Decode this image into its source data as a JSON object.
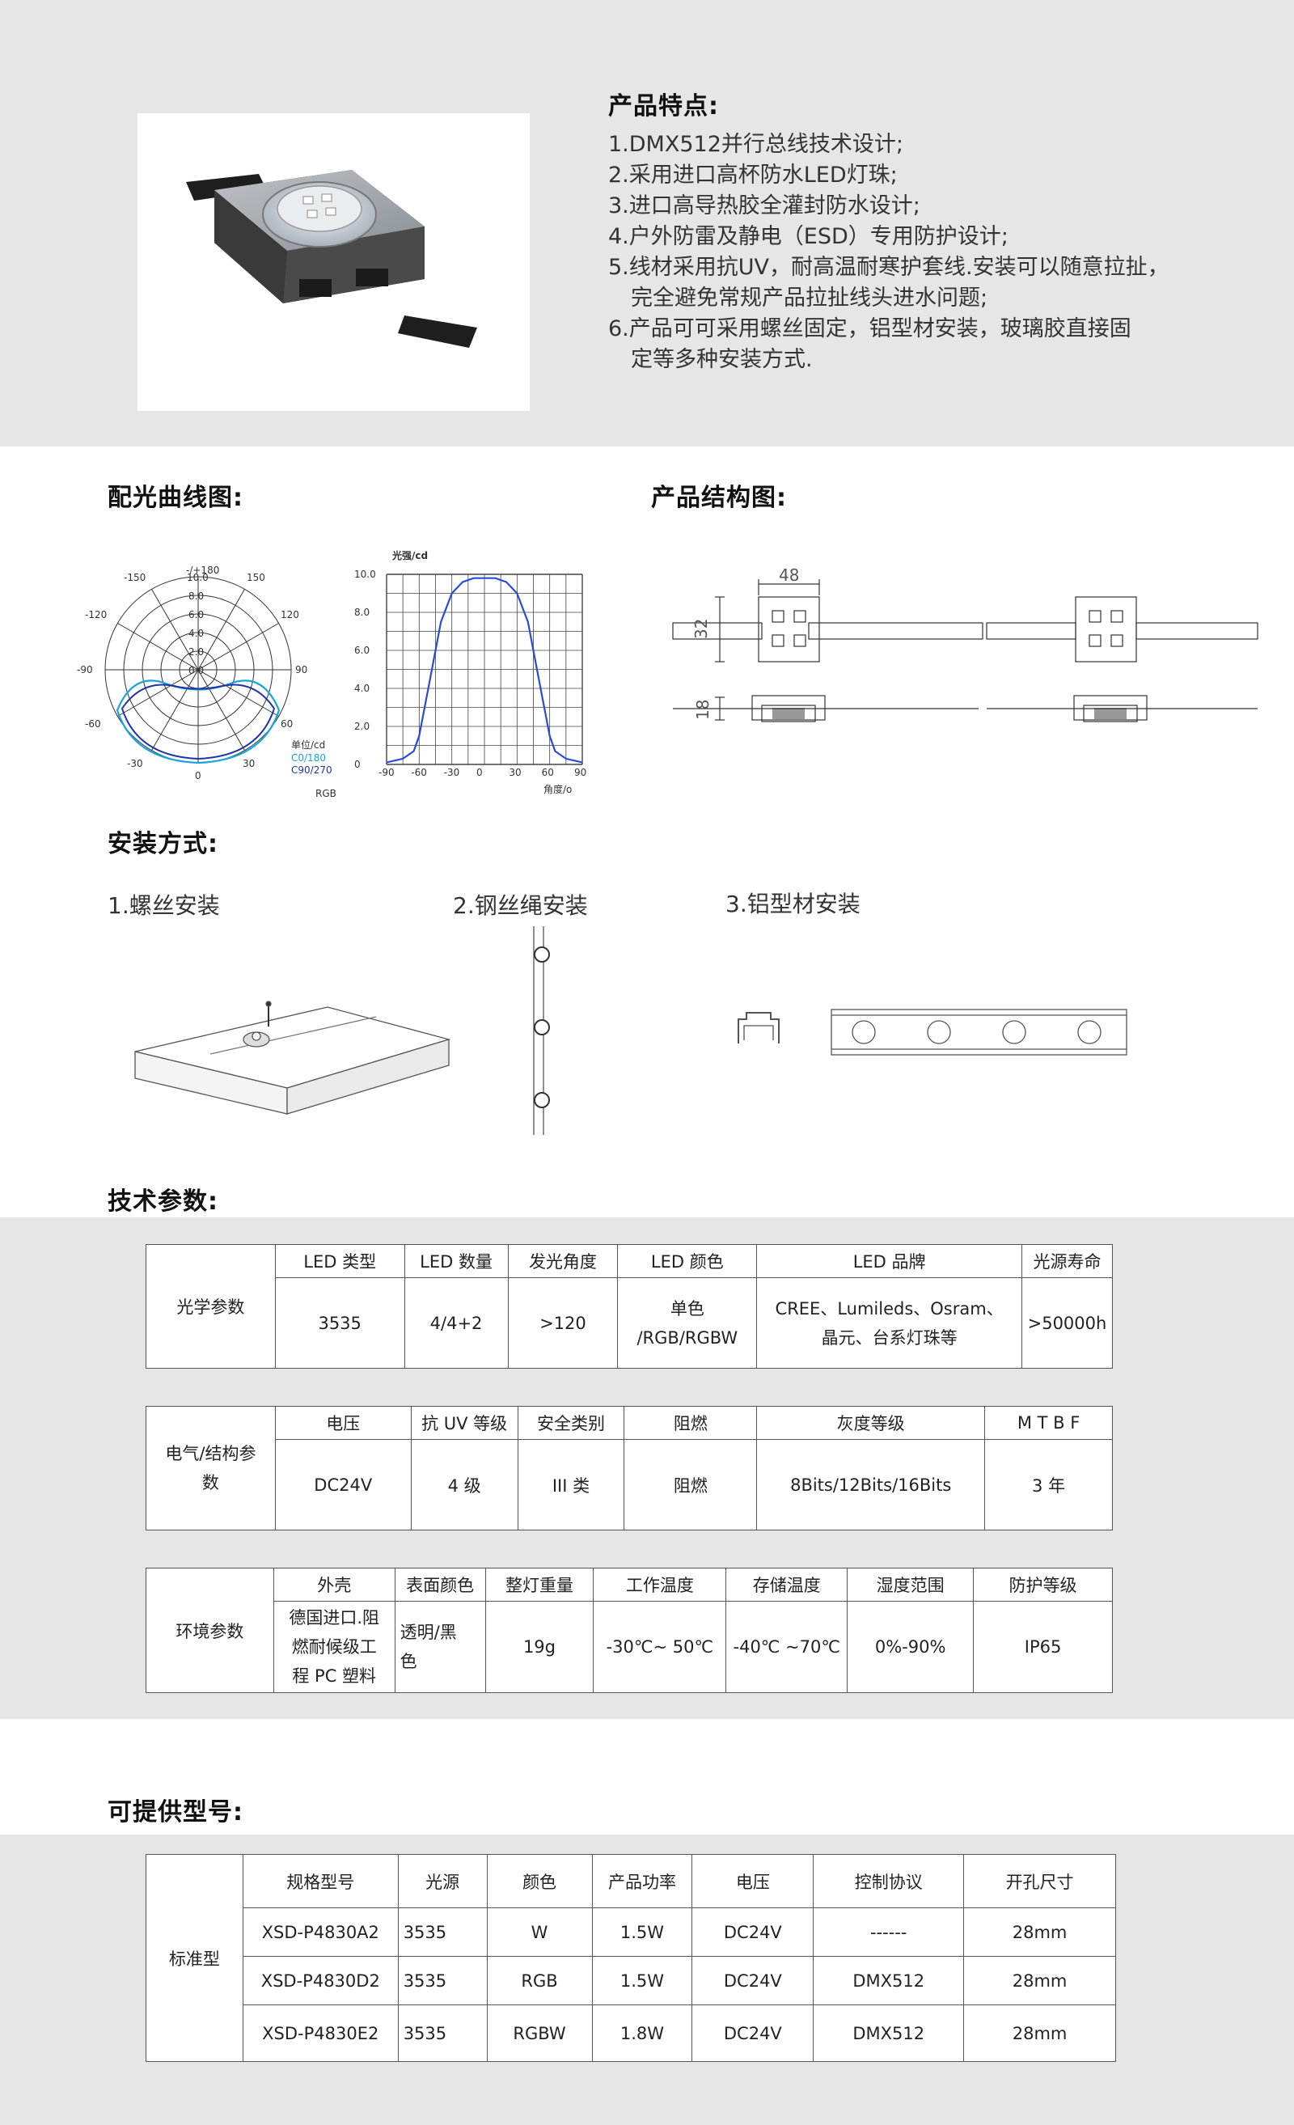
{
  "features": {
    "title": "产品特点:",
    "lines": [
      "1.DMX512并行总线技术设计;",
      "2.采用进口高杯防水LED灯珠;",
      "3.进口高导热胶全灌封防水设计;",
      "4.户外防雷及静电（ESD）专用防护设计;",
      "5.线材采用抗UV，耐高温耐寒护套线.安装可以随意拉扯，",
      "完全避免常规产品拉扯线头进水问题;",
      "6.产品可可采用螺丝固定，铝型材安装，玻璃胶直接固",
      "定等多种安装方式."
    ]
  },
  "sections": {
    "light_curve": "配光曲线图:",
    "structure": "产品结构图:",
    "install": "安装方式:",
    "tech": "技术参数:",
    "models": "可提供型号:"
  },
  "polar": {
    "top": "-/+180",
    "labels": [
      "-150",
      "150",
      "-120",
      "120",
      "-90",
      "90",
      "-60",
      "60",
      "-30",
      "30",
      "0"
    ],
    "rings": [
      "10.0",
      "8.0",
      "6.0",
      "4.0",
      "2.0",
      "0.0"
    ],
    "legend_unit": "单位/cd",
    "legend_c0": "C0/180",
    "legend_c90": "C90/270",
    "source": "RGB"
  },
  "chart_data": {
    "type": "line",
    "title": "光强/cd",
    "xlabel": "角度/o",
    "ylabel": "光强/cd",
    "xlim": [
      -90,
      90
    ],
    "ylim": [
      0,
      10
    ],
    "x_ticks": [
      "-90",
      "-60",
      "-30",
      "0",
      "30",
      "60",
      "90"
    ],
    "y_ticks": [
      "0",
      "2.0",
      "4.0",
      "6.0",
      "8.0",
      "10.0"
    ],
    "series": [
      {
        "x": [
          -90,
          -75,
          -65,
          -60,
          -50,
          -40,
          -30,
          -20,
          -10,
          0,
          10,
          20,
          30,
          40,
          50,
          60,
          65,
          75,
          90
        ],
        "values": [
          0.1,
          0.3,
          0.7,
          1.5,
          4.5,
          7.5,
          9.0,
          9.6,
          9.8,
          9.8,
          9.8,
          9.6,
          9.0,
          7.5,
          4.5,
          1.5,
          0.7,
          0.3,
          0.1
        ]
      }
    ]
  },
  "structure": {
    "dim_width": "48",
    "dim_height": "32",
    "dim_depth": "18"
  },
  "install": {
    "screw": "1.螺丝安装",
    "wire": "2.钢丝绳安装",
    "profile": "3.铝型材安装"
  },
  "optical": {
    "category": "光学参数",
    "headers": [
      "LED 类型",
      "LED 数量",
      "发光角度",
      "LED 颜色",
      "LED 品牌",
      "光源寿命"
    ],
    "values": [
      "3535",
      "4/4+2",
      ">120",
      "单色\n/RGB/RGBW",
      "CREE、Lumileds、Osram、\n晶元、台系灯珠等",
      ">50000h"
    ]
  },
  "electrical": {
    "category": "电气/结构参\n数",
    "headers": [
      "电压",
      "抗 UV 等级",
      "安全类别",
      "阻燃",
      "灰度等级",
      "M T B F"
    ],
    "values": [
      "DC24V",
      "4 级",
      "III 类",
      "阻燃",
      "8Bits/12Bits/16Bits",
      "3 年"
    ]
  },
  "environment": {
    "category": "环境参数",
    "headers": [
      "外壳",
      "表面颜色",
      "整灯重量",
      "工作温度",
      "存储温度",
      "湿度范围",
      "防护等级"
    ],
    "values": [
      "德国进口.阻\n燃耐候级工\n程 PC 塑料",
      "透明/黑\n色",
      "19g",
      "-30℃~ 50℃",
      "-40℃ ~70℃",
      "0%-90%",
      "IP65"
    ]
  },
  "models": {
    "category": "标准型",
    "headers": [
      "规格型号",
      "光源",
      "颜色",
      "产品功率",
      "电压",
      "控制协议",
      "开孔尺寸"
    ],
    "rows": [
      [
        "XSD-P4830A2",
        "3535",
        "W",
        "1.5W",
        "DC24V",
        "------",
        "28mm"
      ],
      [
        "XSD-P4830D2",
        "3535",
        "RGB",
        "1.5W",
        "DC24V",
        "DMX512",
        "28mm"
      ],
      [
        "XSD-P4830E2",
        "3535",
        "RGBW",
        "1.8W",
        "DC24V",
        "DMX512",
        "28mm"
      ]
    ]
  }
}
